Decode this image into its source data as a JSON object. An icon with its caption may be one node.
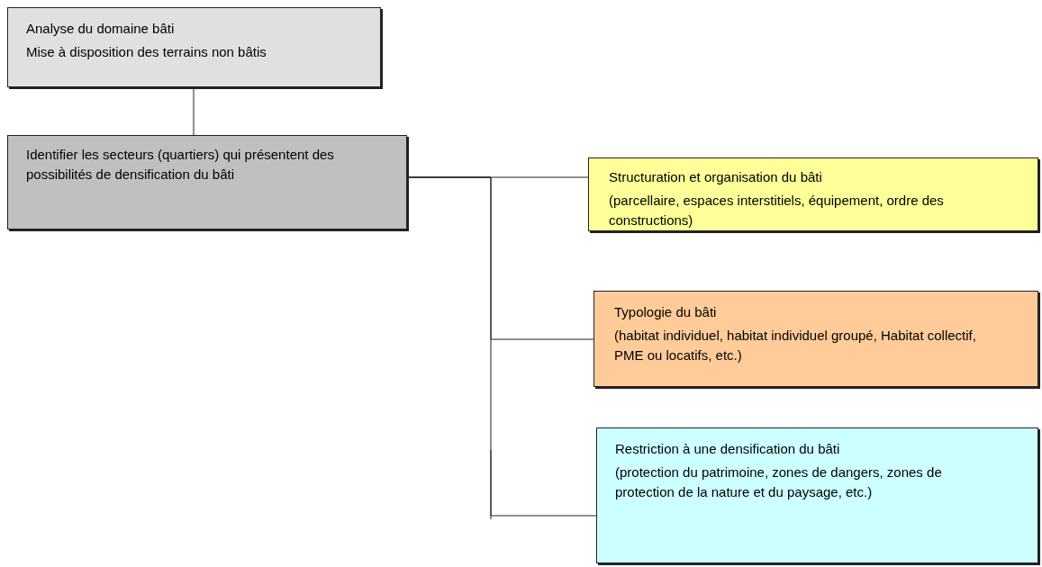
{
  "diagram": {
    "nodes": [
      {
        "text": [
          "Analyse du domaine bâti",
          "Mise à disposition des terrains non bâtis"
        ]
      },
      {
        "text": [
          "Identifier les secteurs (quartiers) qui présentent des possibilités de densification du bâti"
        ]
      },
      {
        "text": [
          "Structuration et organisation du bâti",
          "(parcellaire, espaces interstitiels, équipement, ordre des constructions)"
        ]
      },
      {
        "text": [
          "Typologie du bâti",
          "(habitat individuel, habitat individuel groupé, Habitat collectif, PME ou locatifs, etc.)"
        ]
      },
      {
        "text": [
          "Restriction à une densification du bâti",
          "(protection du patrimoine, zones de dangers, zones de protection de la nature et du paysage, etc.)"
        ]
      }
    ],
    "edges": [
      {
        "from": 0,
        "to": 1,
        "arrow": "none"
      },
      {
        "from": 1,
        "to": 2,
        "arrow": "none"
      },
      {
        "from": 1,
        "to": 3,
        "arrow": "none"
      },
      {
        "from": 1,
        "to": 4,
        "arrow": "none"
      }
    ]
  }
}
